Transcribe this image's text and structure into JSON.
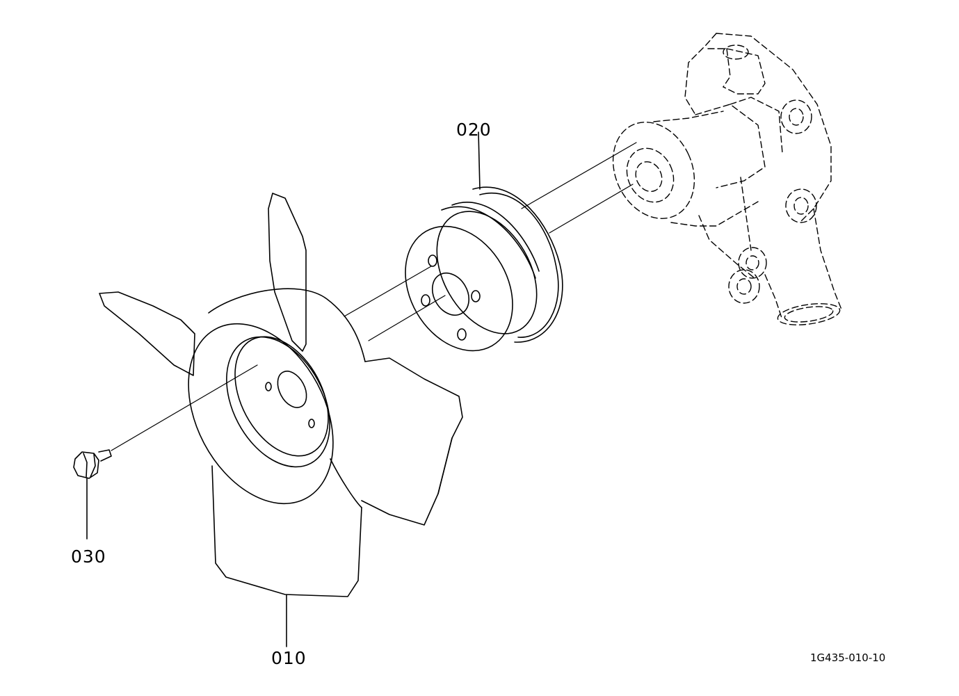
{
  "callouts": {
    "fan": "010",
    "pulley": "020",
    "bolt": "030"
  },
  "drawing_code": "1G435-010-10",
  "colors": {
    "line": "#000000",
    "background": "#ffffff"
  }
}
